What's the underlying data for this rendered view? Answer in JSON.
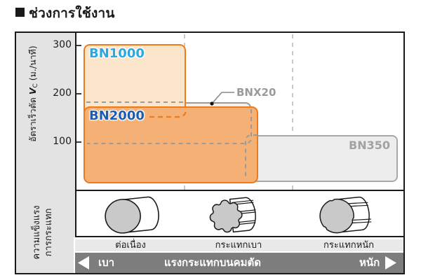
{
  "title": {
    "text": "ช่วงการใช้งาน"
  },
  "y_axis": {
    "label_prefix": "อัตราเร็วตัด",
    "label_v": "V",
    "label_v_sub": "C",
    "label_unit": "(ม./นาที)",
    "ticks": [
      "300",
      "200",
      "100"
    ]
  },
  "series_labels": {
    "bn1000": "BN1000",
    "bn2000": "BN2000",
    "bnx20": "BNX20",
    "bn350": "BN350"
  },
  "workpiece_row": {
    "items": [
      "ต่อเนื่อง",
      "กระแทกเบา",
      "กระแทกหนัก"
    ]
  },
  "impact_bar": {
    "left": "เบา",
    "center": "แรงกระแทกบนคมตัด",
    "right": "หนัก"
  },
  "row_header": {
    "line1": "ความแข็งแรง",
    "line2": "การกระแทก"
  },
  "colors": {
    "orange_border": "#ef7a1a",
    "bn1000_fill": "#fbe5cb",
    "bn2000_fill": "#f5b175",
    "bn1000_label": "#29a8e1",
    "bn2000_label": "#1b5cb5",
    "gray_box_fill": "#ededed",
    "gray_border": "#a9a9a9",
    "bar_background": "#7d7d7d",
    "panel_background": "#e3e3e3"
  },
  "chart_data": {
    "type": "range_boxes",
    "title": "ช่วงการใช้งาน",
    "ylabel": "อัตราเร็วตัด Vc (ม./นาที)",
    "yticks": [
      300,
      200,
      100
    ],
    "ylim": [
      0,
      320
    ],
    "grid": "dashed vertical zone dividers",
    "x_axis": {
      "label": "แรงกระแทกบนคมตัด",
      "end_left": "เบา",
      "end_right": "หนัก",
      "zones": [
        "ต่อเนื่อง",
        "กระแทกเบา",
        "กระแทกหนัก"
      ]
    },
    "series": [
      {
        "name": "BN1000",
        "cutting_speed_range": [
          150,
          300
        ],
        "impact_zone_range": [
          "ต่อเนื่อง",
          "ต่อเนื่อง"
        ],
        "style": "solid orange border, light orange fill"
      },
      {
        "name": "BN2000",
        "cutting_speed_range": [
          25,
          175
        ],
        "impact_zone_range": [
          "ต่อเนื่อง",
          "กระแทกเบา"
        ],
        "style": "solid orange border, dark orange fill"
      },
      {
        "name": "BNX20",
        "cutting_speed_range": [
          100,
          180
        ],
        "impact_zone_range": [
          "ต่อเนื่อง",
          "กระแทกเบา"
        ],
        "style": "gray box behind, hidden edges dashed, callout label"
      },
      {
        "name": "BN350",
        "cutting_speed_range": [
          20,
          120
        ],
        "impact_zone_range": [
          "กระแทกเบา",
          "กระแทกหนัก"
        ],
        "style": "light gray fill, gray border"
      }
    ],
    "row_header": [
      "ความแข็งแรง",
      "การกระแทก"
    ]
  }
}
